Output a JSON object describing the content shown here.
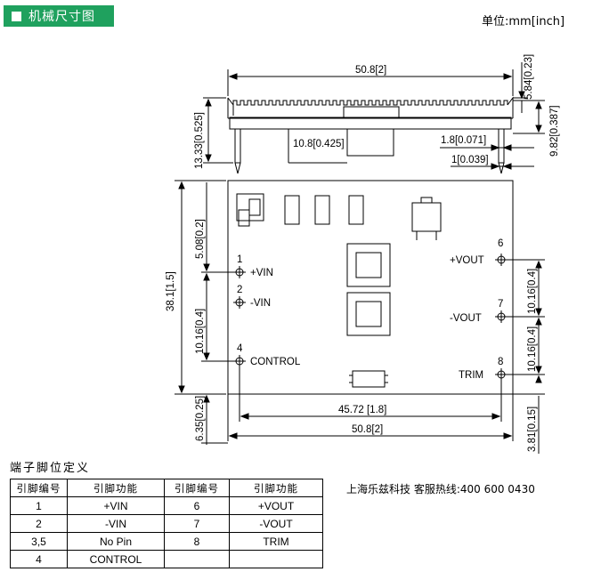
{
  "header": {
    "title": "机械尺寸图",
    "unit_label": "单位:mm[inch]"
  },
  "dims": {
    "width": "50.8[2]",
    "heatsink_fin": "5.84[0.23]",
    "height_total": "13.33[0.525]",
    "body_height": "10.8[0.425]",
    "pin_offset": "1.8[0.071]",
    "pin_dia": "1[0.039]",
    "side_height": "9.82[0.387]",
    "board_length": "38.1[1.5]",
    "pin1_offset": "5.08[0.2]",
    "pin_pitch_left": "10.16[0.4]",
    "bottom_margin": "6.35[0.25]",
    "pin_pitch_right_top": "10.16[0.4]",
    "pin_pitch_right_bottom": "10.16[0.4]",
    "right_bottom_margin": "3.81[0.15]",
    "pin_span": "45.72 [1.8]",
    "board_width": "50.8[2]"
  },
  "pins": [
    {
      "num": "1",
      "label": "+VIN"
    },
    {
      "num": "2",
      "label": "-VIN"
    },
    {
      "num": "4",
      "label": "CONTROL"
    },
    {
      "num": "6",
      "label": "+VOUT"
    },
    {
      "num": "7",
      "label": "-VOUT"
    },
    {
      "num": "8",
      "label": "TRIM"
    }
  ],
  "pin_table": {
    "title": "端子脚位定义",
    "headers": [
      "引脚编号",
      "引脚功能",
      "引脚编号",
      "引脚功能"
    ],
    "rows": [
      [
        "1",
        "+VIN",
        "6",
        "+VOUT"
      ],
      [
        "2",
        "-VIN",
        "7",
        "-VOUT"
      ],
      [
        "3,5",
        "No Pin",
        "8",
        "TRIM"
      ],
      [
        "4",
        "CONTROL",
        "",
        ""
      ]
    ]
  },
  "contact": "上海乐兹科技 客服热线:400 600 0430"
}
